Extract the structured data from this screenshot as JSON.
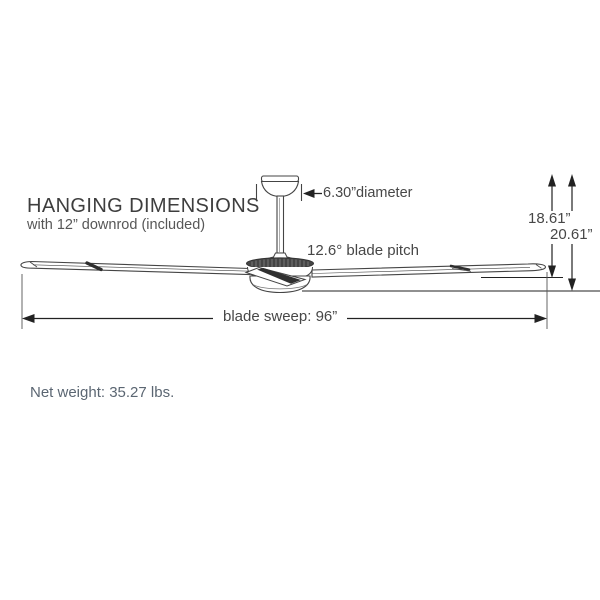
{
  "header": {
    "title": "HANGING DIMENSIONS",
    "subtitle": "with 12” downrod (included)"
  },
  "annotations": {
    "canopy_diameter": "6.30”diameter",
    "blade_pitch": "12.6° blade pitch",
    "drop_to_blades": "18.61”",
    "drop_overall": "20.61”",
    "blade_sweep": "blade sweep: 96”"
  },
  "footer": {
    "net_weight": "Net weight: 35.27 lbs."
  },
  "colors": {
    "line_art": "#444444",
    "dimension_lines": "#222222",
    "dark_fill": "#3a3a3a",
    "title_text": "#3e3e3e",
    "body_text": "#474747",
    "weight_text": "#5b6672",
    "background": "#ffffff"
  }
}
